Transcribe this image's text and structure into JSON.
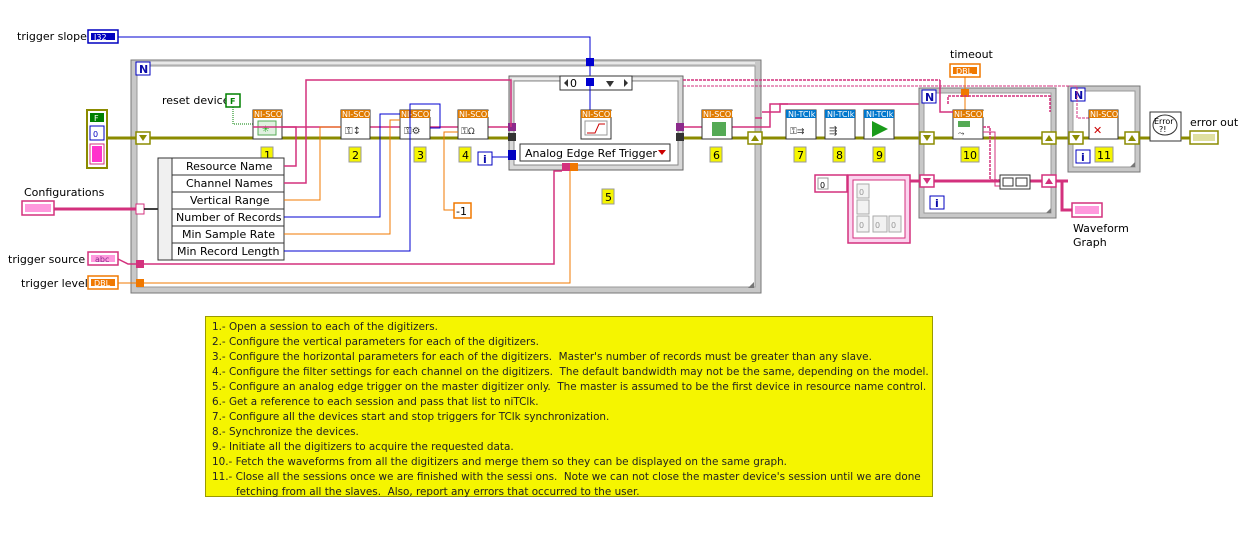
{
  "labels": {
    "trigger_slope": "trigger slope",
    "reset_device": "reset device",
    "configurations": "Configurations",
    "trigger_source": "trigger source",
    "trigger_level": "trigger level",
    "timeout": "timeout",
    "waveform_graph_line1": "Waveform",
    "waveform_graph_line2": "Graph",
    "error_out": "error out"
  },
  "terminals": {
    "i32": "I32",
    "dbl": "DBL",
    "abc": "abc",
    "bool_f": "F",
    "zero": "0",
    "minus_one": "-1",
    "loop_count": "N",
    "loop_index": "i",
    "case_selector": "0",
    "array_index": "0"
  },
  "bundle_fields": [
    "Resource Name",
    "Channel Names",
    "Vertical Range",
    "Number of Records",
    "Min Sample Rate",
    "Min Record Length"
  ],
  "trigger_ring": "Analog Edge Ref Trigger",
  "vi_headers": {
    "scope": "NI-SCOPE",
    "tclk": "NI-TClk"
  },
  "step_numbers": [
    "1",
    "2",
    "3",
    "4",
    "5",
    "6",
    "7",
    "8",
    "9",
    "10",
    "11"
  ],
  "error_icon": "Error ?!",
  "notes": [
    "1.- Open a session to each of the digitizers.",
    "2.- Configure the vertical parameters for each of the digitizers.",
    "3.- Configure the horizontal parameters for each of the digitizers.  Master's number of records must be greater than any slave.",
    "4.- Configure the filter settings for each channel on the digitizers.  The default bandwidth may not be the same, depending on the model.",
    "5.- Configure an analog edge trigger on the master digitizer only.  The master is assumed to be the first device in resource name control.",
    "6.- Get a reference to each session and pass that list to niTClk.",
    "7.- Configure all the devices start and stop triggers for TClk synchronization.",
    "8.- Synchronize the devices.",
    "9.- Initiate all the digitizers to acquire the requested data.",
    "10.- Fetch the waveforms from all the digitizers and merge them so they can be displayed on the same graph.",
    "11.- Close all the sessions once we are finished with the sessi ons.  Note we can not close the master device's session until we are done",
    "fetching from all the slaves.  Also, report any errors that occurred to the user."
  ],
  "colors": {
    "error_wire": "#8b8b00",
    "session_wire": "#d3317d",
    "string_wire": "#d3317d",
    "numeric_wire": "#f07800",
    "int_wire": "#0000d0",
    "bool_wire": "#008000",
    "loop_frame": "#b8b8b8",
    "note_bg": "#f5f500"
  }
}
